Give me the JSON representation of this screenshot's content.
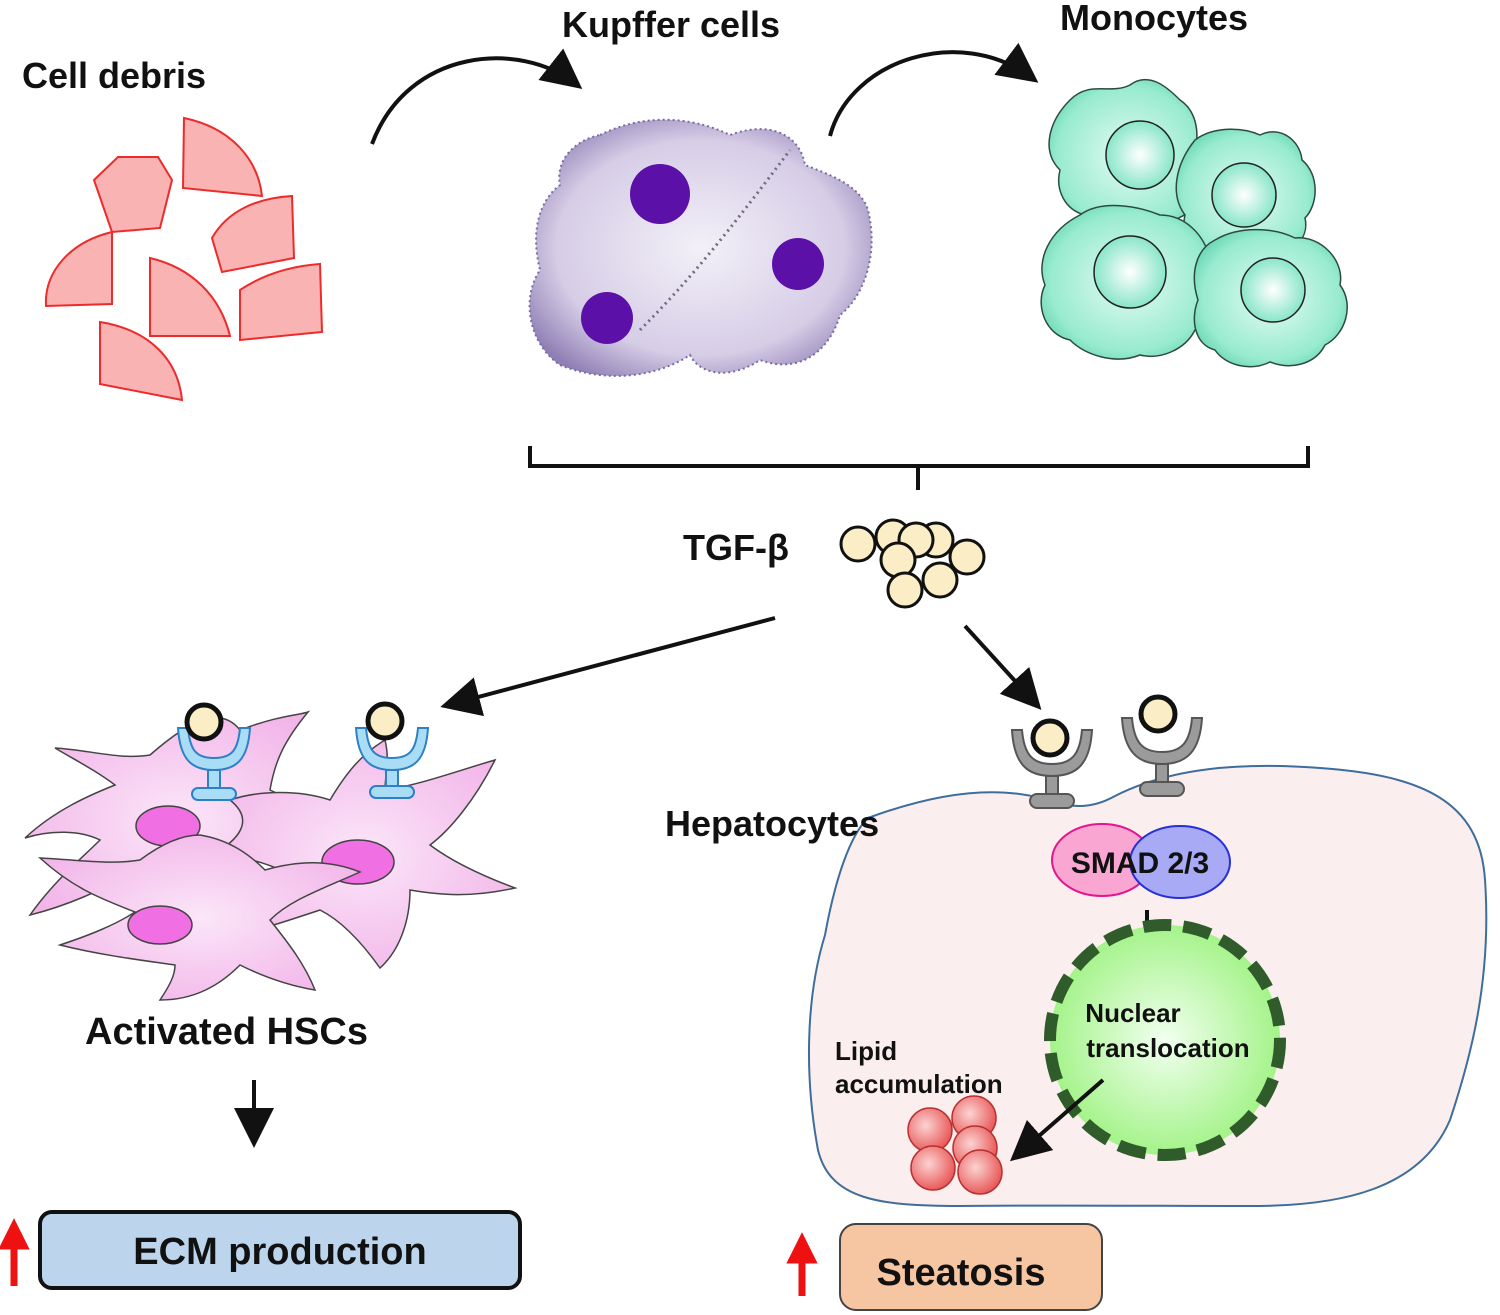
{
  "labels": {
    "cell_debris": "Cell debris",
    "kupffer_cells": "Kupffer cells",
    "monocytes": "Monocytes",
    "tgf_beta": "TGF-β",
    "hepatocytes": "Hepatocytes",
    "smad": "SMAD 2/3",
    "nuclear_line1": "Nuclear",
    "nuclear_line2": "translocation",
    "lipid_line1": "Lipid",
    "lipid_line2": "accumulation",
    "activated_hscs": "Activated HSCs",
    "ecm_production": "ECM production",
    "steatosis": "Steatosis"
  },
  "colors": {
    "debris_fill": "#f9b3b3",
    "debris_stroke": "#ee2b2b",
    "kupffer_body": "#ddd5ea",
    "kupffer_nucleus": "#5b10a8",
    "monocyte_fill": "#aef0d8",
    "monocyte_stroke": "#2d4a40",
    "tgf_fill": "#fbeec6",
    "hsc_fill": "#f7c6ef",
    "hsc_nucleus": "#f070e4",
    "receptor_blue": "#a9dcf5",
    "receptor_grey": "#9b9b9b",
    "hepatocyte_fill": "#fbeeee",
    "hepatocyte_stroke": "#3e6d9c",
    "smad_pink": "#f9a6d3",
    "smad_blue": "#a8aaf5",
    "nucleus_green": "#b8f7a2",
    "nucleus_dash": "#2f5c2a",
    "lipid_red": "#f07070",
    "ecm_box": "#bcd5ec",
    "steatosis_box": "#f6c5a2",
    "up_arrow": "#ee1111"
  }
}
